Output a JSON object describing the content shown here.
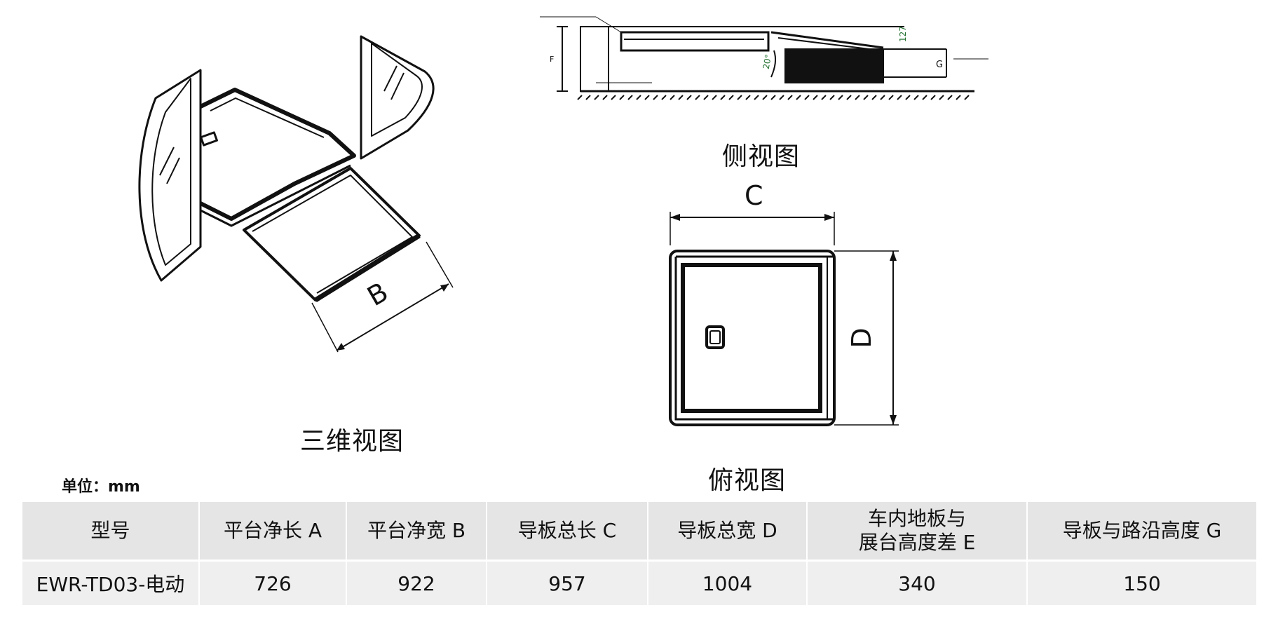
{
  "captions": {
    "iso_view": "三维视图",
    "side_view": "侧视图",
    "top_view": "俯视图"
  },
  "dimension_labels": {
    "b": "B",
    "c": "C",
    "d": "D",
    "f": "F",
    "g": "G",
    "angle": "20°",
    "height": "127"
  },
  "unit_label": "单位：mm",
  "spec_table": {
    "headers": [
      "型号",
      "平台净长 A",
      "平台净宽 B",
      "导板总长 C",
      "导板总宽 D",
      [
        "车内地板与",
        "展台高度差 E"
      ],
      "导板与路沿高度 G"
    ],
    "rows": [
      [
        "EWR-TD03-电动",
        "726",
        "922",
        "957",
        "1004",
        "340",
        "150"
      ]
    ]
  }
}
